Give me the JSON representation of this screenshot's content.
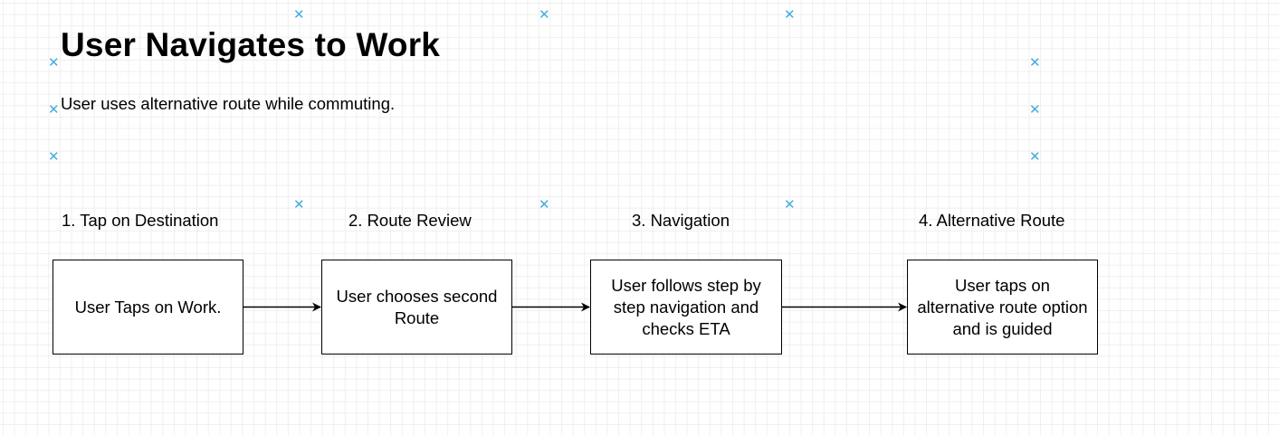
{
  "diagram": {
    "title": "User Navigates to Work",
    "subtitle": "User uses alternative route while commuting.",
    "steps": [
      {
        "label": "1. Tap on Destination",
        "text": "User Taps on Work."
      },
      {
        "label": "2. Route Review",
        "text": "User chooses second Route"
      },
      {
        "label": "3. Navigation",
        "text": "User follows step by step navigation and checks ETA"
      },
      {
        "label": "4. Alternative Route",
        "text": "User taps on alternative route option and is guided"
      }
    ],
    "connections": [
      {
        "from": 1,
        "to": 2
      },
      {
        "from": 2,
        "to": 3
      },
      {
        "from": 3,
        "to": 4
      }
    ],
    "selection_handle_icon": "x-mark-icon",
    "colors": {
      "handle": "#42aede",
      "grid": "#efefef",
      "stroke": "#000000"
    }
  }
}
